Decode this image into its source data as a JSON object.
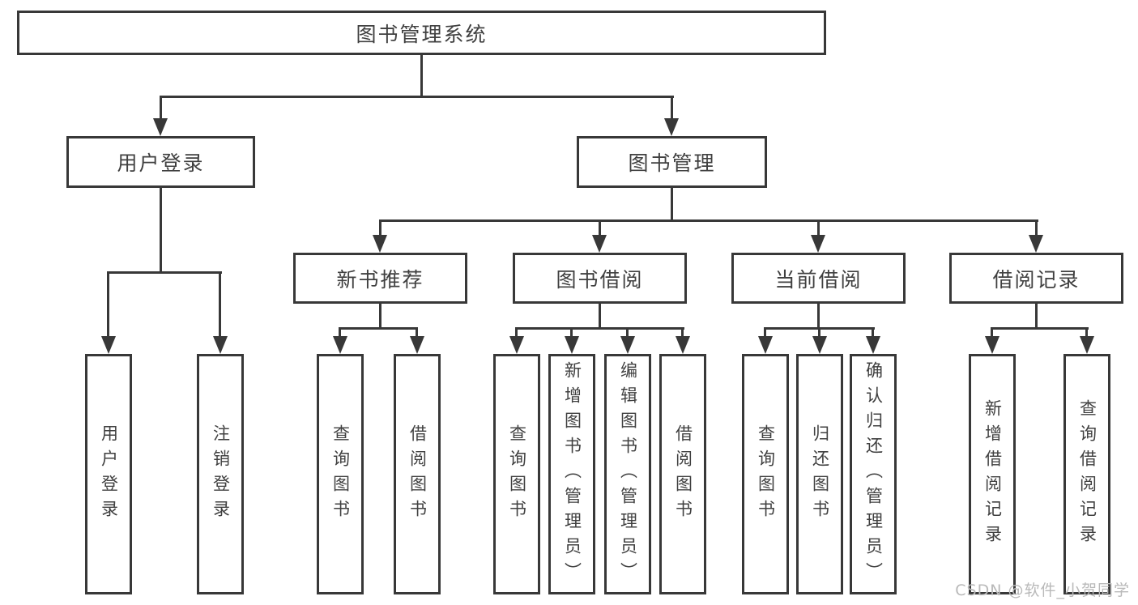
{
  "colors": {
    "line": "#383838",
    "text": "#404040",
    "watermark": "#b9b9b9",
    "background": "#ffffff"
  },
  "watermark": "CSDN @软件_小贺同学",
  "tree": {
    "root": {
      "label": "图书管理系统"
    },
    "branches": [
      {
        "label": "用户登录",
        "children": [
          "用户登录",
          "注销登录"
        ]
      },
      {
        "label": "图书管理",
        "children": [
          {
            "label": "新书推荐",
            "children": [
              "查询图书",
              "借阅图书"
            ]
          },
          {
            "label": "图书借阅",
            "children": [
              "查询图书",
              "新增图书（管理员）",
              "编辑图书（管理员）",
              "借阅图书"
            ]
          },
          {
            "label": "当前借阅",
            "children": [
              "查询图书",
              "归还图书",
              "确认归还（管理员）"
            ]
          },
          {
            "label": "借阅记录",
            "children": [
              "新增借阅记录",
              "查询借阅记录"
            ]
          }
        ]
      }
    ]
  }
}
